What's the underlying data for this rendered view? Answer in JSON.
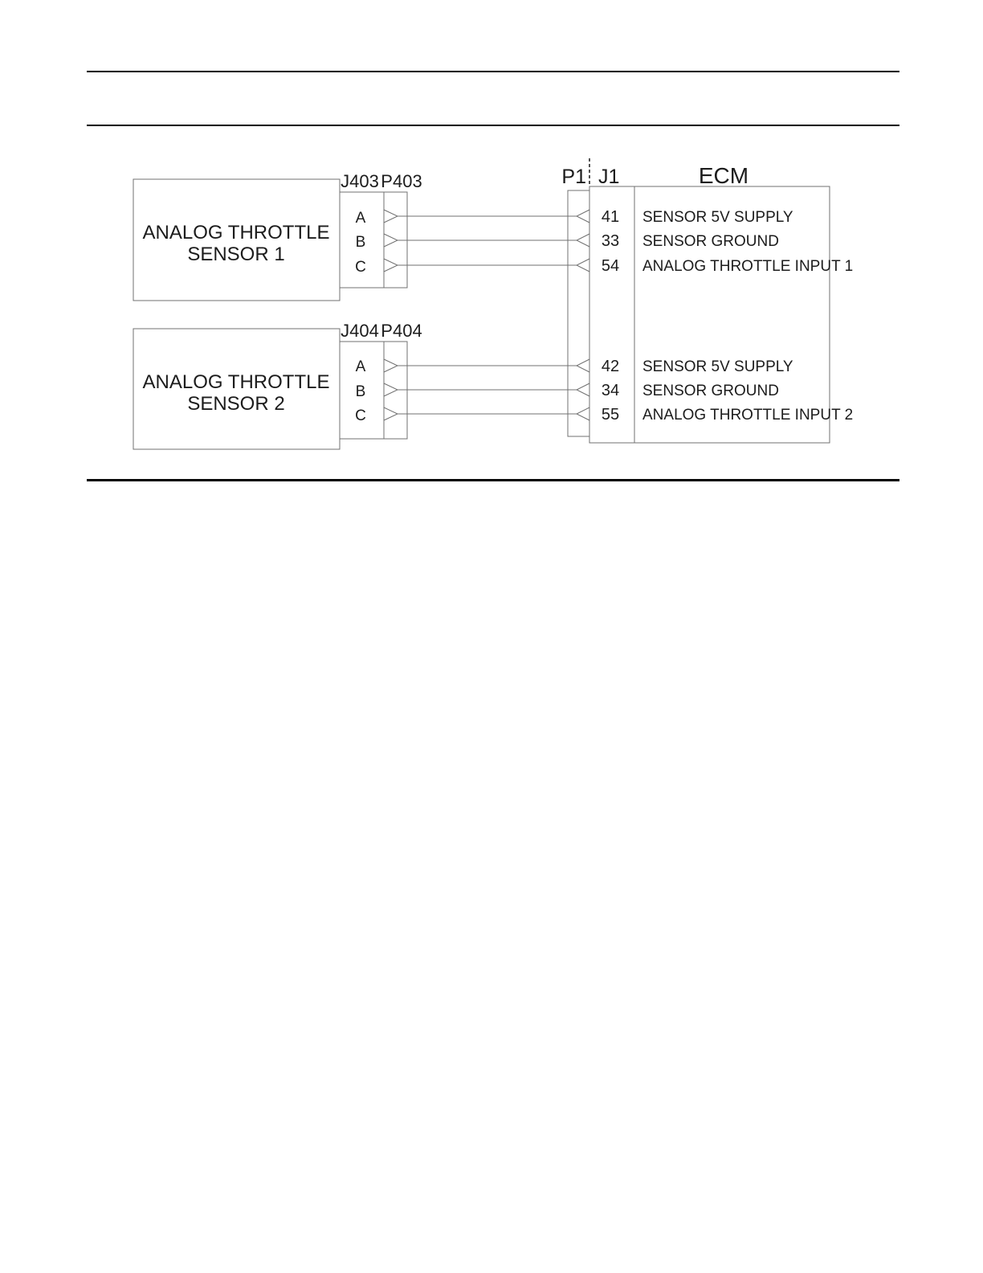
{
  "diagram": {
    "ecm": {
      "label": "ECM",
      "harness_connector_label": "P1",
      "ecm_connector_label": "J1"
    },
    "sensors": [
      {
        "name_line1": "ANALOG THROTTLE",
        "name_line2": "SENSOR 1",
        "jack_label": "J403",
        "plug_label": "P403",
        "circuits": [
          {
            "sensor_pin": "A",
            "ecm_pin": "41",
            "signal": "SENSOR 5V SUPPLY"
          },
          {
            "sensor_pin": "B",
            "ecm_pin": "33",
            "signal": "SENSOR GROUND"
          },
          {
            "sensor_pin": "C",
            "ecm_pin": "54",
            "signal": "ANALOG THROTTLE INPUT 1"
          }
        ]
      },
      {
        "name_line1": "ANALOG THROTTLE",
        "name_line2": "SENSOR 2",
        "jack_label": "J404",
        "plug_label": "P404",
        "circuits": [
          {
            "sensor_pin": "A",
            "ecm_pin": "42",
            "signal": "SENSOR 5V SUPPLY"
          },
          {
            "sensor_pin": "B",
            "ecm_pin": "34",
            "signal": "SENSOR GROUND"
          },
          {
            "sensor_pin": "C",
            "ecm_pin": "55",
            "signal": "ANALOG THROTTLE INPUT 2"
          }
        ]
      }
    ],
    "colors": {
      "wire_line": "#707070",
      "text": "#1c1c1c",
      "page_rule": "#000000"
    }
  }
}
